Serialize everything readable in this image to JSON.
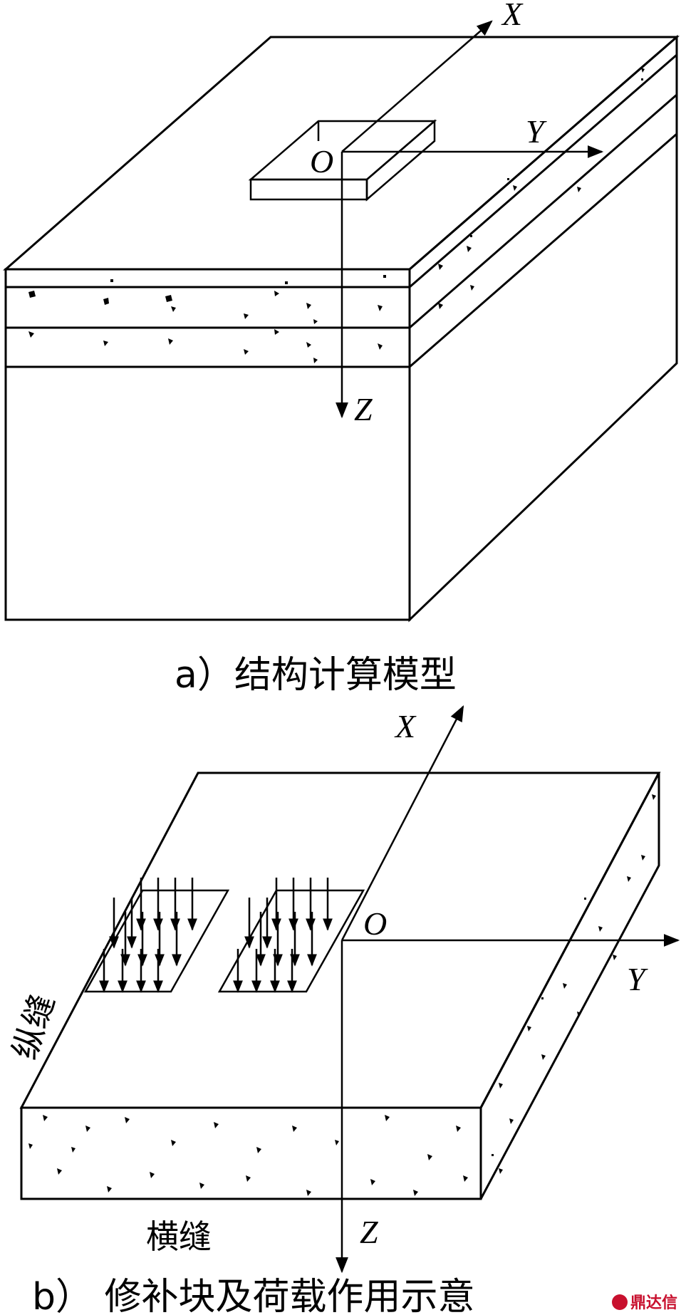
{
  "figure_a": {
    "caption": "a）结构计算模型",
    "axis_x": "X",
    "axis_y": "Y",
    "axis_z": "Z",
    "origin": "O"
  },
  "figure_b": {
    "caption": "b） 修补块及荷载作用示意",
    "axis_x": "X",
    "axis_y": "Y",
    "axis_z": "Z",
    "origin": "O",
    "longitudinal_joint": "纵缝",
    "transverse_joint": "横缝"
  },
  "watermark": {
    "text": "鼎达信",
    "color": "#c8102e"
  }
}
